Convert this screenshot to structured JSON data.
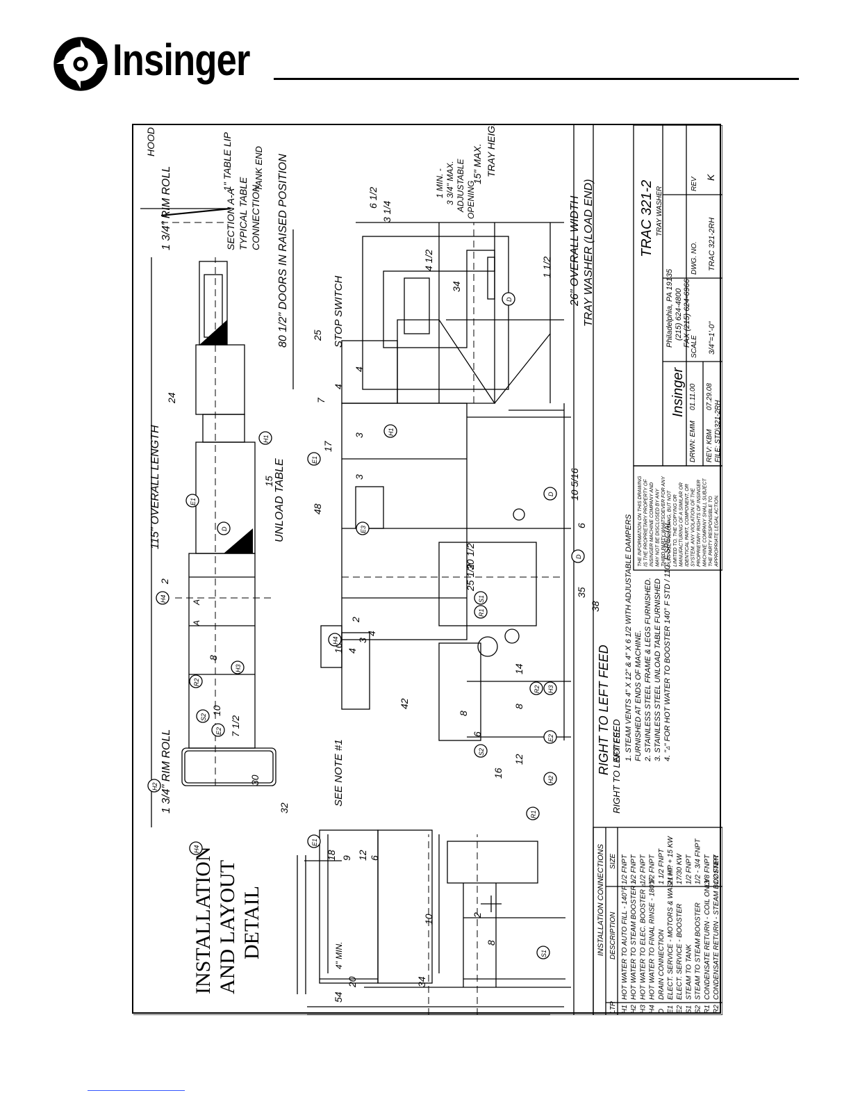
{
  "header": {
    "brand": "Insinger"
  },
  "title": {
    "line1": "INSTALLATION",
    "line2": "AND LAYOUT",
    "line3": "DETAIL"
  },
  "labels": {
    "rim_roll_left": "1 3/4\" RIM ROLL",
    "rim_roll_right": "1 3/4\" RIM ROLL",
    "hood": "HOOD",
    "table_lip": "1\" TABLE LIP",
    "tank_end": "TANK END",
    "section_title": "SECTION A-A",
    "section_sub1": "TYPICAL TABLE",
    "section_sub2": "CONNECTION",
    "overall_length": "115\" OVERALL LENGTH",
    "unload_table": "UNLOAD TABLE",
    "see_note": "SEE NOTE #1",
    "stop_switch": "STOP SWITCH",
    "feed": "RIGHT TO LEFT FEED",
    "doors_raised": "80 1/2\" DOORS IN RAISED POSITION",
    "overall_width": "26\" OVERALL WIDTH",
    "load_end": "TRAY WASHER (LOAD END)",
    "tray_height": "TRAY HEIGHT",
    "tray_max": "15\" MAX.",
    "adjustable1": "1 MIN. -",
    "adjustable2": "3 3/4\" MAX.",
    "adjustable3": "ADJUSTABLE",
    "adjustable4": "OPENING",
    "min4": "4\" MIN."
  },
  "dimensions": [
    "54",
    "20",
    "34",
    "18",
    "9",
    "12",
    "6",
    "10",
    "2",
    "8",
    "32",
    "30",
    "7 1/2",
    "10",
    "8",
    "2",
    "24",
    "15",
    "4",
    "4",
    "A",
    "A",
    "42",
    "10",
    "4",
    "3",
    "4",
    "2",
    "25 1/2",
    "30 1/2",
    "48",
    "17",
    "3",
    "3",
    "7",
    "4",
    "4",
    "25",
    "34",
    "16",
    "12",
    "8",
    "6",
    "14",
    "8",
    "35",
    "38",
    "6",
    "10 5/16",
    "6 1/2",
    "3 1/4",
    "4 1/2",
    "1 1/2"
  ],
  "callouts": [
    "E1",
    "S1",
    "R1",
    "H2",
    "S2",
    "E2",
    "R2",
    "H3",
    "H4",
    "H1",
    "E1",
    "D",
    "S2",
    "R2",
    "H3",
    "H2",
    "E2",
    "S2",
    "R2",
    "H3",
    "H4",
    "S1",
    "R1",
    "R1",
    "S1",
    "R2",
    "H3",
    "E3",
    "H1",
    "E1",
    "D",
    "D",
    "H4",
    "D"
  ],
  "connections": {
    "title": "INSTALLATION CONNECTIONS",
    "headers": [
      "LTR",
      "DESCRIPTION",
      "SIZE"
    ],
    "rows": [
      [
        "H1",
        "HOT WATER TO AUTO FILL - 140°F",
        "1/2 FNPT"
      ],
      [
        "H2",
        "HOT WATER TO STEAM BOOSTER ▵",
        "1/2 FNPT"
      ],
      [
        "H3",
        "HOT WATER TO ELEC. BOOSTER ▵",
        "1/2 FNPT"
      ],
      [
        "H4",
        "HOT WATER TO FINAL RINSE - 180°F",
        "1/2 FNPT"
      ],
      [
        "D",
        "DRAIN CONNECTION",
        "1 1/2 FNPT"
      ],
      [
        "E1",
        "ELECT. SERVICE - MOTORS & WASH HT.",
        "21 HP + 15 KW"
      ],
      [
        "E2",
        "ELECT. SERVICE - BOOSTER",
        "17/30 KW"
      ],
      [
        "S1",
        "STEAM TO TANK",
        "1/2 FNPT"
      ],
      [
        "S2",
        "STEAM TO STEAM BOOSTER",
        "1/2 - 3/4 FNPT"
      ],
      [
        "R1",
        "CONDENSATE RETURN - COIL ONLY",
        "3/8 FNPT"
      ],
      [
        "R2",
        "CONDENSATE RETURN - STEAM BOOSTER",
        "1/2 FNPT"
      ]
    ]
  },
  "notes": {
    "title": "NOTES:",
    "items": [
      "1. STEAM VENTS 4\" X 12\" & 4\" X 6 1/2  WITH ADJUSTABLE DAMPERS",
      "   FURNISHED AT ENDS OF MACHINE.",
      "2. STAINLESS STEEL FRAME & LEGS FURNISHED.",
      "3. STAINLESS STEEL UNLOAD TABLE FURNISHED",
      "4. \"▵\" FOR HOT WATER TO BOOSTER 140° F STD / 110° F SPECIAL."
    ]
  },
  "disclaimer": [
    "THE INFORMATION ON THIS DRAWING",
    "IS THE PROPRIETARY PROPERTY OF",
    "INSINGER MACHINE COMPANY AND",
    "MAY NOT BE DISCLOSED BY ANY",
    "THIRD PARTY WHATSOEVER FOR ANY",
    "PURPOSE INCLUDING, BUT NOT",
    "LIMITED TO, THE COPYING OR",
    "MANUFACTURING OF A SIMILAR OR",
    "IDENTICAL PART, COMPONENT, OR",
    "SYSTEM. ANY VIOLATION OF THE",
    "PROPRIETARY RIGHTS OF INSINGER",
    "MACHINE COMPANY SHALL SUBJECT",
    "THE PARTY RESPONSIBLE TO",
    "APPROPRIATE LEGAL ACTION."
  ],
  "title_block": {
    "model": "TRAC 321-2",
    "product": "TRAY WASHER",
    "company": "Insinger",
    "address": "Philadelphia, PA 19135",
    "phone": "(215) 624-4800",
    "fax": "FAX (215) 624-6966",
    "drawn": "DRWN: EMM",
    "drawn_date": "01.11.00",
    "rev_by": "REV: KBM",
    "rev_date": "07.29.08",
    "file": "FILE: STD\\321-2RH",
    "scale_label": "SCALE",
    "scale": "3/4\"=1'-0\"",
    "dwg_label": "DWG. NO.",
    "dwg_no": "TRAC 321-2RH",
    "rev_label": "REV",
    "rev": "K"
  }
}
